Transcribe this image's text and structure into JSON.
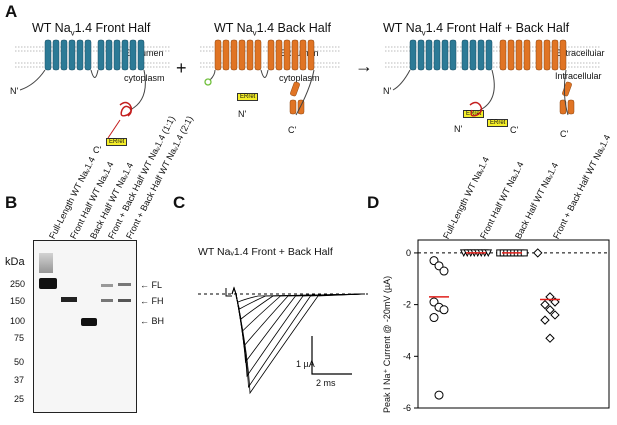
{
  "panel_A": {
    "letter": "A",
    "front_title": "WT Na",
    "front_sub": "v",
    "front_tail": "1.4 Front Half",
    "back_title": "WT Na",
    "back_sub": "v",
    "back_tail": "1.4 Back Half",
    "combo_title": "WT Na",
    "combo_sub": "v",
    "combo_tail": "1.4 Front Half + Back Half",
    "plus": "+",
    "arrow": "→",
    "er_lumen_1": "ER lumen",
    "cytoplasm_1": "cytoplasm",
    "er_lumen_2": "ER lumen",
    "cytoplasm_2": "cytoplasm",
    "extracellular": "Extracellular",
    "intracellular": "Intracellular",
    "n_label": "N'",
    "c_label": "C'",
    "erret": "ERret"
  },
  "panel_B": {
    "letter": "B",
    "kda": "kDa",
    "lanes": [
      "Full-Length WT Naᵥ1.4",
      "Front Half WT Naᵥ1.4",
      "Back Half WT Naᵥ1.4",
      "Front + Back Half WT Naᵥ1.4 (1:1)",
      "Front + Back Half WT Naᵥ1.4 (2:1)"
    ],
    "markers": [
      "250",
      "150",
      "100",
      "75",
      "50",
      "37",
      "25"
    ],
    "band_labels": [
      "FL",
      "FH",
      "BH"
    ]
  },
  "panel_C": {
    "letter": "C",
    "title": "WT Naᵥ1.4 Front + Back Half",
    "scale_y": "1 µA",
    "scale_x": "2 ms"
  },
  "panel_D": {
    "letter": "D",
    "groups": [
      "Full-Length WT Naᵥ1.4",
      "Front Half WT Naᵥ1.4",
      "Back Half WT Naᵥ1.4",
      "Front + Back Half WT Naᵥ1.4"
    ],
    "ylabel": "Peak I Na⁺ Current @ -20mV (µA)",
    "yticks": [
      "0",
      "-2",
      "-4",
      "-6"
    ]
  },
  "chart_data": {
    "type": "scatter",
    "ylabel": "Peak I Na⁺ Current @ -20mV (µA)",
    "ylim": [
      -6,
      0.5
    ],
    "categories": [
      "Full-Length WT Naᵥ1.4",
      "Front Half WT Naᵥ1.4",
      "Back Half WT Naᵥ1.4",
      "Front + Back Half WT Naᵥ1.4"
    ],
    "series": [
      {
        "values": [
          -0.3,
          -0.5,
          -0.7,
          -1.9,
          -2.1,
          -2.2,
          -2.5,
          -5.5
        ],
        "mean": -1.7
      },
      {
        "values": [
          0,
          0,
          0,
          0,
          0,
          0,
          0,
          0
        ],
        "mean": 0
      },
      {
        "values": [
          0,
          0,
          0,
          0,
          0,
          0,
          0,
          0
        ],
        "mean": 0
      },
      {
        "values": [
          0,
          -1.7,
          -1.9,
          -2.0,
          -2.2,
          -2.4,
          -2.6,
          -3.3
        ],
        "mean": -1.8
      }
    ]
  }
}
